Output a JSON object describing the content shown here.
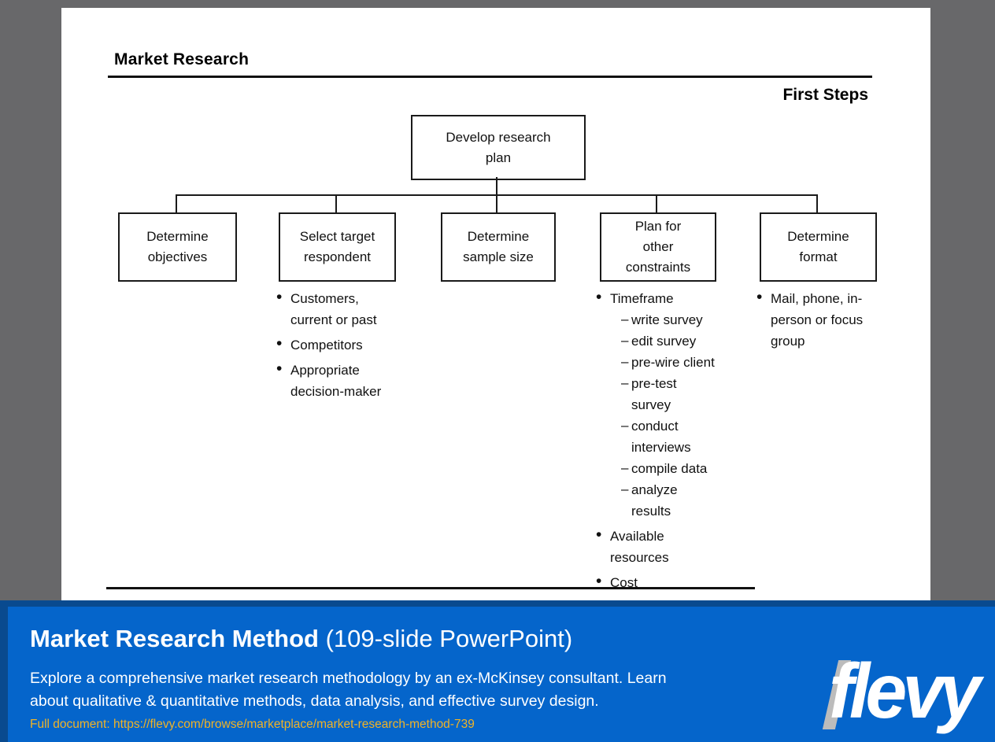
{
  "slide": {
    "title": "Market Research",
    "subtitle": "First Steps",
    "root_box_label": "Develop research\nplan",
    "branches": [
      {
        "label": "Determine\nobjectives",
        "bullets": []
      },
      {
        "label": "Select target\nrespondent",
        "bullets": [
          {
            "text": "Customers,\ncurrent or past"
          },
          {
            "text": "Competitors"
          },
          {
            "text": "Appropriate\ndecision-maker"
          }
        ]
      },
      {
        "label": "Determine\nsample size",
        "bullets": []
      },
      {
        "label": "Plan for\nother\nconstraints",
        "bullets": [
          {
            "text": "Timeframe",
            "sub": [
              "write survey",
              "edit survey",
              "pre-wire client",
              "pre-test\nsurvey",
              "conduct\ninterviews",
              "compile data",
              "analyze\nresults"
            ]
          },
          {
            "text": "Available\nresources"
          },
          {
            "text": "Cost"
          }
        ]
      },
      {
        "label": "Determine\nformat",
        "bullets": [
          {
            "text": "Mail, phone, in-\nperson or focus\ngroup"
          }
        ]
      }
    ]
  },
  "banner": {
    "title_bold": "Market Research Method",
    "title_rest": " (109-slide PowerPoint)",
    "description": "Explore a comprehensive market research methodology by an ex-McKinsey consultant. Learn\nabout qualitative & quantitative methods, data analysis, and effective survey design.",
    "full_document_link": "Full document: https://flevy.com/browse/marketplace/market-research-method-739",
    "logo_text": "flevy",
    "colors": {
      "banner_blue": "#0565cb",
      "banner_navy": "#094a8f",
      "link_gold": "#f0b326",
      "logo_gray": "#bcbcbc",
      "slide_background": "#ffffff",
      "page_background": "#68686a"
    }
  }
}
